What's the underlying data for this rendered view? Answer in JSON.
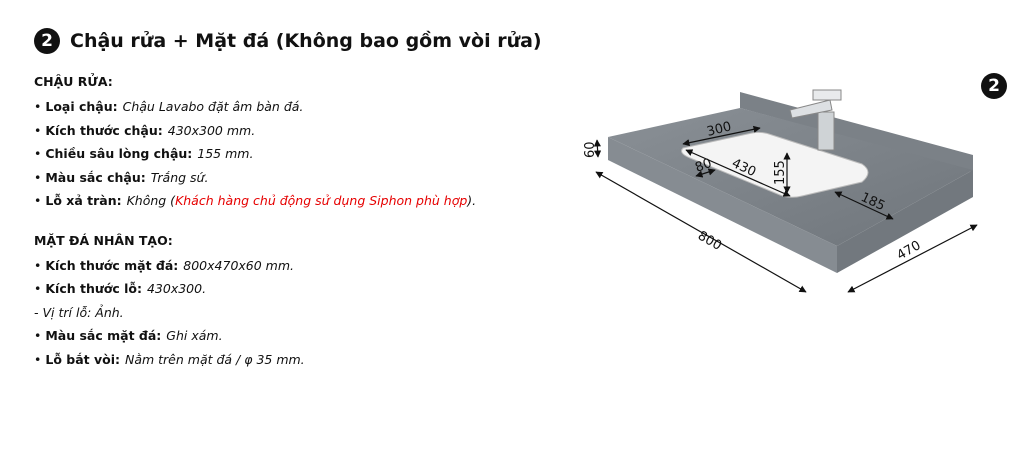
{
  "section": {
    "number": "2",
    "title": "Chậu rửa + Mặt đá (Không bao gồm vòi rửa)"
  },
  "sink": {
    "heading": "CHẬU RỬA:",
    "items": [
      {
        "label": "Loại chậu:",
        "value": "Chậu Lavabo đặt âm bàn đá."
      },
      {
        "label": "Kích thước chậu:",
        "value": "430x300 mm."
      },
      {
        "label": "Chiều sâu lòng chậu:",
        "value": "155 mm."
      },
      {
        "label": "Màu sắc chậu:",
        "value": "Trắng sứ."
      },
      {
        "label": "Lỗ xả tràn:",
        "value": "Không (",
        "note": "Khách hàng chủ động sử dụng Siphon phù hợp",
        "tail": ")."
      }
    ]
  },
  "stone": {
    "heading": "MẶT ĐÁ NHÂN TẠO:",
    "items": [
      {
        "label": "Kích thước mặt đá:",
        "value": "800x470x60 mm."
      },
      {
        "label": "Kích thước lỗ:",
        "value": "430x300."
      },
      {
        "plain": "- Vị trí lỗ: Ảnh."
      },
      {
        "label": "Màu sắc mặt đá:",
        "value": "Ghi xám."
      },
      {
        "label": "Lỗ bắt vòi:",
        "value": "Nằm trên mặt đá / φ 35 mm."
      }
    ]
  },
  "image": {
    "badge": "2",
    "dims": {
      "thickness": "60",
      "width": "800",
      "depth": "470",
      "hole_width": "300",
      "hole_length": "430",
      "offset_left": "80",
      "basin_depth": "155",
      "offset_front": "185"
    }
  }
}
